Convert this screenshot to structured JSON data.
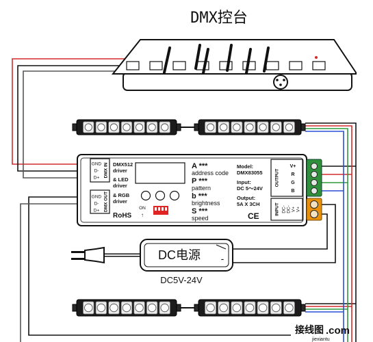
{
  "title": "DMX控台",
  "driver": {
    "dmx_in": {
      "label": "DMX IN",
      "pins": [
        "GND",
        "D-",
        "D+"
      ]
    },
    "dmx_out": {
      "label": "DMX OUT",
      "pins": [
        "GND",
        "D-",
        "D+"
      ]
    },
    "description": [
      "DMX512",
      "driver",
      "& LED",
      "driver",
      "& RGB",
      "driver"
    ],
    "rohs": "RoHS",
    "dip_switch": {
      "on_label": "ON",
      "arrow": "↑"
    },
    "settings": [
      {
        "key": "A ***",
        "desc": "address code"
      },
      {
        "key": "P ***",
        "desc": "pattern"
      },
      {
        "key": "b ***",
        "desc": "brightness"
      },
      {
        "key": "S ***",
        "desc": "speed"
      }
    ],
    "specs": [
      {
        "label": "Model:",
        "value": "DMX83055"
      },
      {
        "label": "Input:",
        "value": "DC 5～24V"
      },
      {
        "label": "Output:",
        "value": "5A X 3CH"
      }
    ],
    "ce_mark": "CE",
    "output": {
      "label": "OUTPUT",
      "pins": [
        "V+",
        "R",
        "G",
        "B"
      ]
    },
    "input": {
      "label": "INPUT",
      "pins": [
        "DC-",
        "DC-",
        "V+",
        "V+"
      ]
    }
  },
  "power_supply": {
    "label": "DC电源",
    "minus": "-",
    "voltage": "DC5V-24V"
  },
  "watermark": {
    "text": "接线图",
    "suffix": ".com",
    "sub": "jiexiantu"
  },
  "colors": {
    "wire_red": "#d42a2a",
    "wire_green": "#2e9a3c",
    "wire_blue": "#2a4fd4",
    "wire_black": "#111111",
    "terminal_green": "#2f8f3a",
    "terminal_orange": "#e8900c",
    "dip_red": "#e02424",
    "watermark_red": "#c8323c"
  }
}
